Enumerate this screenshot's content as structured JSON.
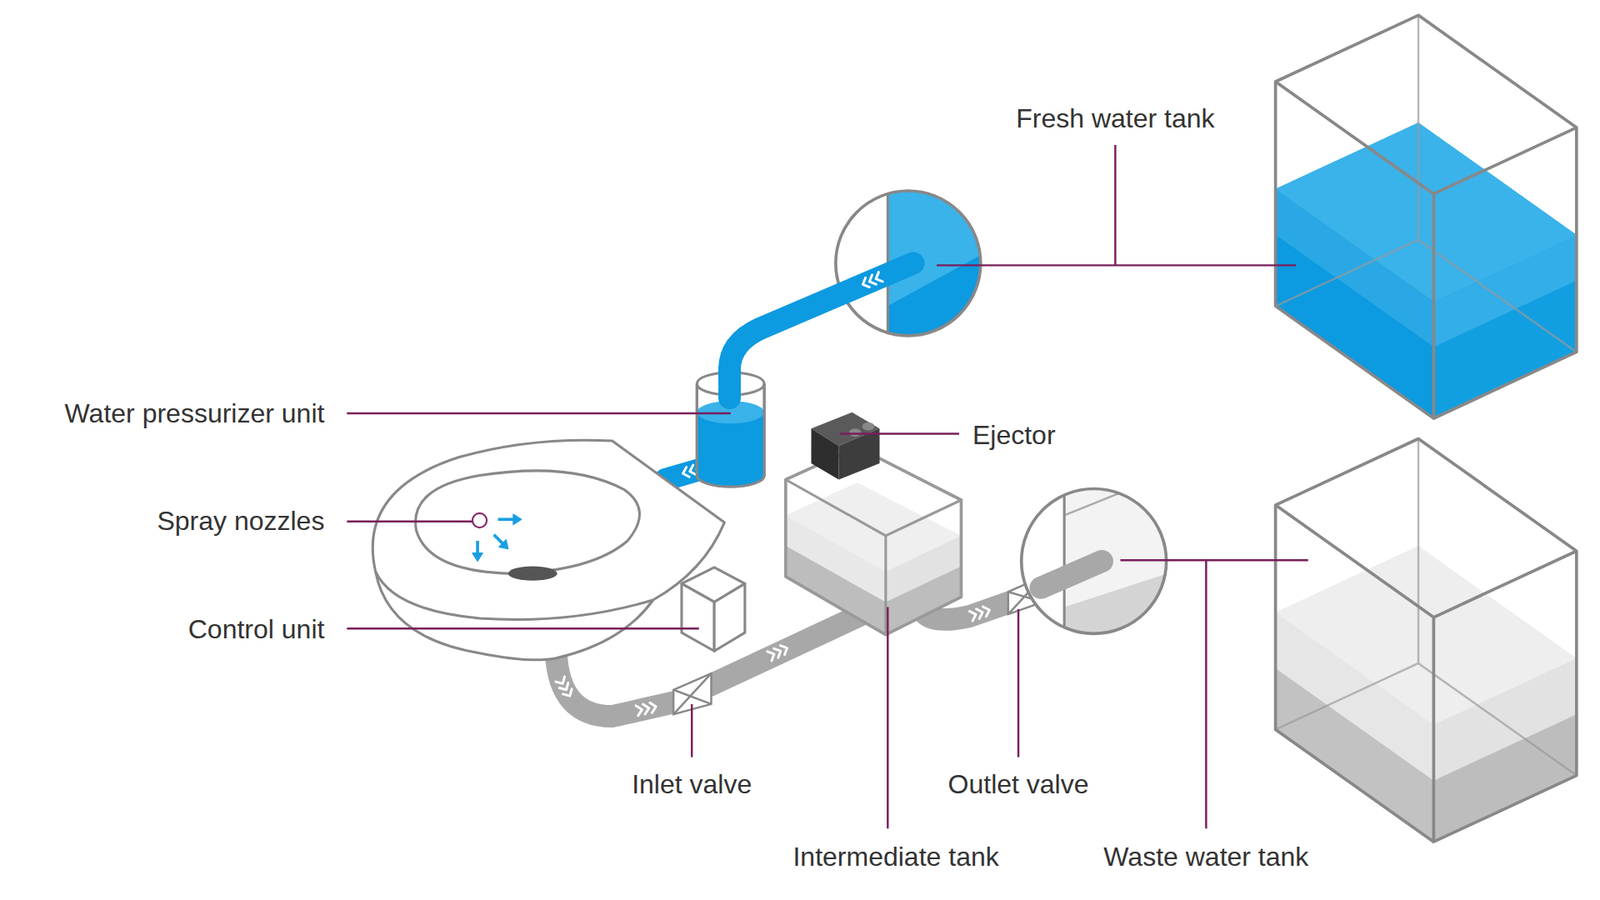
{
  "diagram": {
    "labels": [
      "Fresh water tank",
      "Water pressurizer unit",
      "Ejector",
      "Spray nozzles",
      "Control unit",
      "Inlet valve",
      "Outlet valve",
      "Intermediate tank",
      "Waste water tank"
    ]
  }
}
